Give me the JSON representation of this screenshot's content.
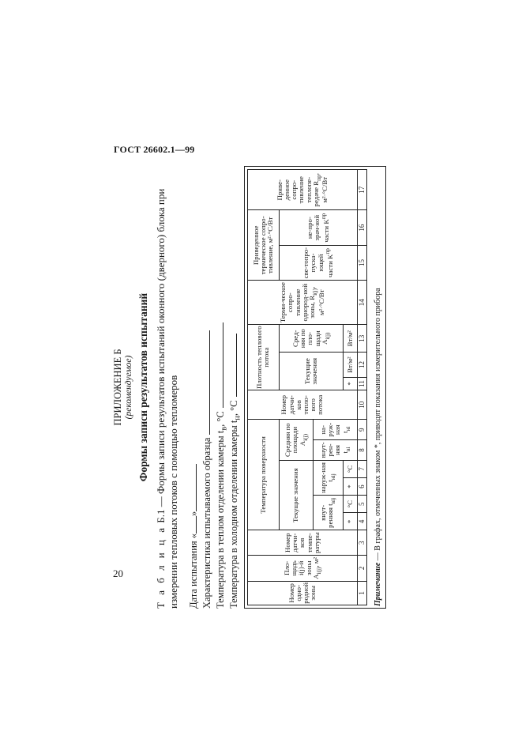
{
  "page": {
    "header": "ГОСТ 26602.1—99",
    "page_number": "20"
  },
  "appendix": {
    "title": "ПРИЛОЖЕНИЕ Б",
    "note": "(рекомендуемое)",
    "heading": "Формы записи результатов испытаний"
  },
  "caption": {
    "prefix": "Т а б л и ц а",
    "number": "Б.1",
    "line1": " — Формы записи результатов испытаний оконного (дверного) блока при",
    "line2": "измерении тепловых потоков с помощью тепломеров"
  },
  "fields": {
    "date_label": "Дата испытания «",
    "date_quote": "»",
    "specimen_label": "Характеристика испытываемого образца",
    "warm_label": "Температура в теплом отделении камеры t",
    "warm_sub": "в",
    "warm_unit": ", °С",
    "cold_label": "Температура в холодном отделении камеры t",
    "cold_sub": "н",
    "cold_unit": ", °С"
  },
  "table": {
    "h_zone_number": "Номер одно-родной зоны",
    "h_area": "Пло-щадь i(j)-й зоны A",
    "h_area_sub": "i(j)",
    "h_area_unit": ", м²",
    "h_temp_sensor": "Номер датчи-ков темпе-ратуры",
    "h_surface_temp": "Температура поверхности",
    "h_current": "Текущие значения",
    "h_inner": "внут-ренняя",
    "h_inner_sym": "t",
    "h_inner_sub": "вij",
    "h_outer": "наруж-ная",
    "h_outer_sym": "t",
    "h_outer_sub": "нij",
    "h_area_avg": "Средняя по площади A",
    "h_area_avg_sub": "i(j)",
    "h_avg_inner": "внут-рен-няя",
    "h_avg_inner_sym": "t",
    "h_avg_inner_sub": "вi",
    "h_avg_outer": "на-руж-ная",
    "h_avg_outer_sym": "t",
    "h_avg_outer_sub": "нi",
    "h_star": "*",
    "h_deg": "°С",
    "h_flux_sensor": "Номер датчи-ков тепло-вого потока",
    "h_flux_density": "Плотность теплового потока",
    "h_flux_current": "Текущие значения",
    "h_flux_avg": "Сред-няя по пло-щади A",
    "h_flux_avg_sub": "i(j)",
    "h_flux_avg_unit": "Вт/м²",
    "h_flux_unit": "Вт/м²",
    "h_thermal_res": "Терми-ческое сопро-тивление однород-ной зоны, R",
    "h_thermal_res_sub": "i(j)",
    "h_thermal_res_unit": ", м²·°С/Вт",
    "h_reduced_parts": "Приведенное термическое сопро-тивление, м²·°С/Вт",
    "h_translucent": "све-топро-пуска-ющей части K",
    "h_translucent_sym": "пр",
    "h_opaque": "не-про-зрач-ной части K",
    "h_opaque_sym": "пр",
    "h_reduced_total": "Приве-денное сопро-тивление теплопе-редаче R",
    "h_reduced_total_sub": "пр",
    "h_reduced_total_unit": ", м²·°С/Вт",
    "col_numbers": [
      "1",
      "2",
      "3",
      "4",
      "5",
      "6",
      "7",
      "8",
      "9",
      "10",
      "11",
      "12",
      "13",
      "14",
      "15",
      "16",
      "17"
    ]
  },
  "note": {
    "label": "Примечание",
    "text": " — В графах, отмеченных знаком *, приводят показания измерительного прибора"
  }
}
